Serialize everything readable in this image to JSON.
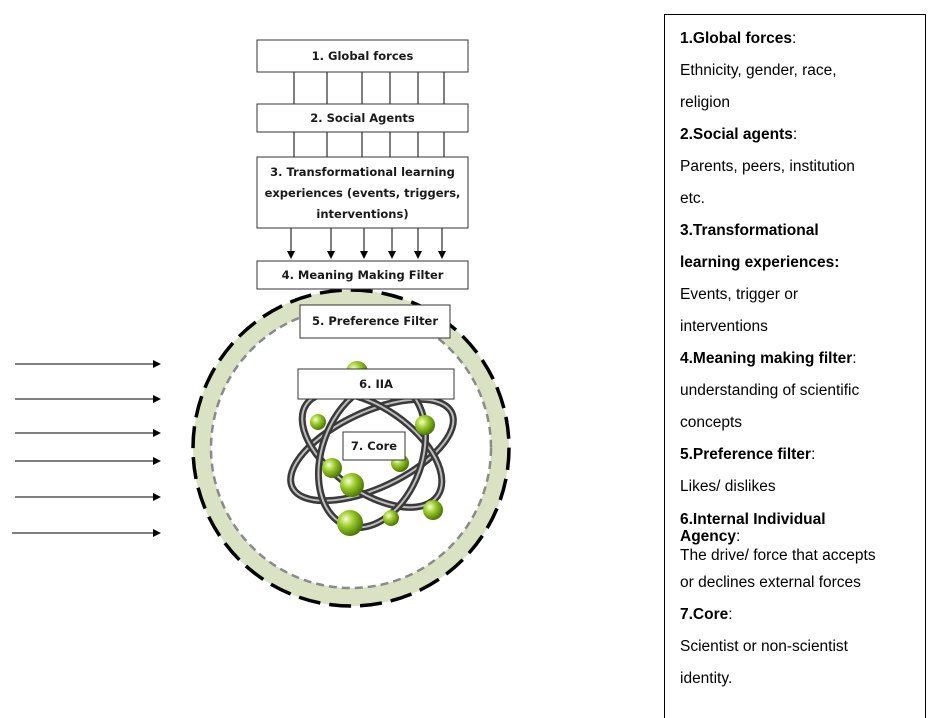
{
  "diagram": {
    "boxes": {
      "global_forces": "1.   Global forces",
      "social_agents": "2. Social Agents",
      "transformational": [
        "3. Transformational learning",
        "experiences (events, triggers,",
        "interventions)"
      ],
      "meaning_making": "4. Meaning Making Filter",
      "preference": "5. Preference Filter",
      "iia": "6. IIA",
      "core": "7. Core"
    },
    "colors": {
      "ring_fill": "#d9e3c4",
      "outer_dash": "#000000",
      "inner_dash": "#8a8a8a",
      "atom_sphere": "#9ccc2a",
      "atom_orbit": "#444444"
    },
    "icons": [
      "atom-icon"
    ]
  },
  "legend": {
    "items": [
      {
        "head": "1.Global forces",
        "suffix": ":",
        "lines": [
          "Ethnicity, gender, race,",
          "religion"
        ]
      },
      {
        "head": "2.Social agents",
        "suffix": ":",
        "lines": [
          "Parents, peers, institution",
          "etc."
        ]
      },
      {
        "head": "3.Transformational",
        "head2": "learning experiences:",
        "suffix": "",
        "lines": [
          "Events, trigger or",
          "interventions"
        ]
      },
      {
        "head": "4.Meaning making filter",
        "suffix": ":",
        "lines": [
          "understanding of scientific",
          "concepts"
        ]
      },
      {
        "head": "5.Preference filter",
        "suffix": ":",
        "lines": [
          "Likes/ dislikes"
        ]
      },
      {
        "head": "6.Internal Individual",
        "head2": "Agency",
        "suffix": ":",
        "lines": [
          "The drive/ force that accepts",
          "or declines external forces"
        ]
      },
      {
        "head": "7.Core",
        "suffix": ":",
        "lines": [
          "Scientist or non-scientist",
          "identity."
        ]
      }
    ]
  }
}
